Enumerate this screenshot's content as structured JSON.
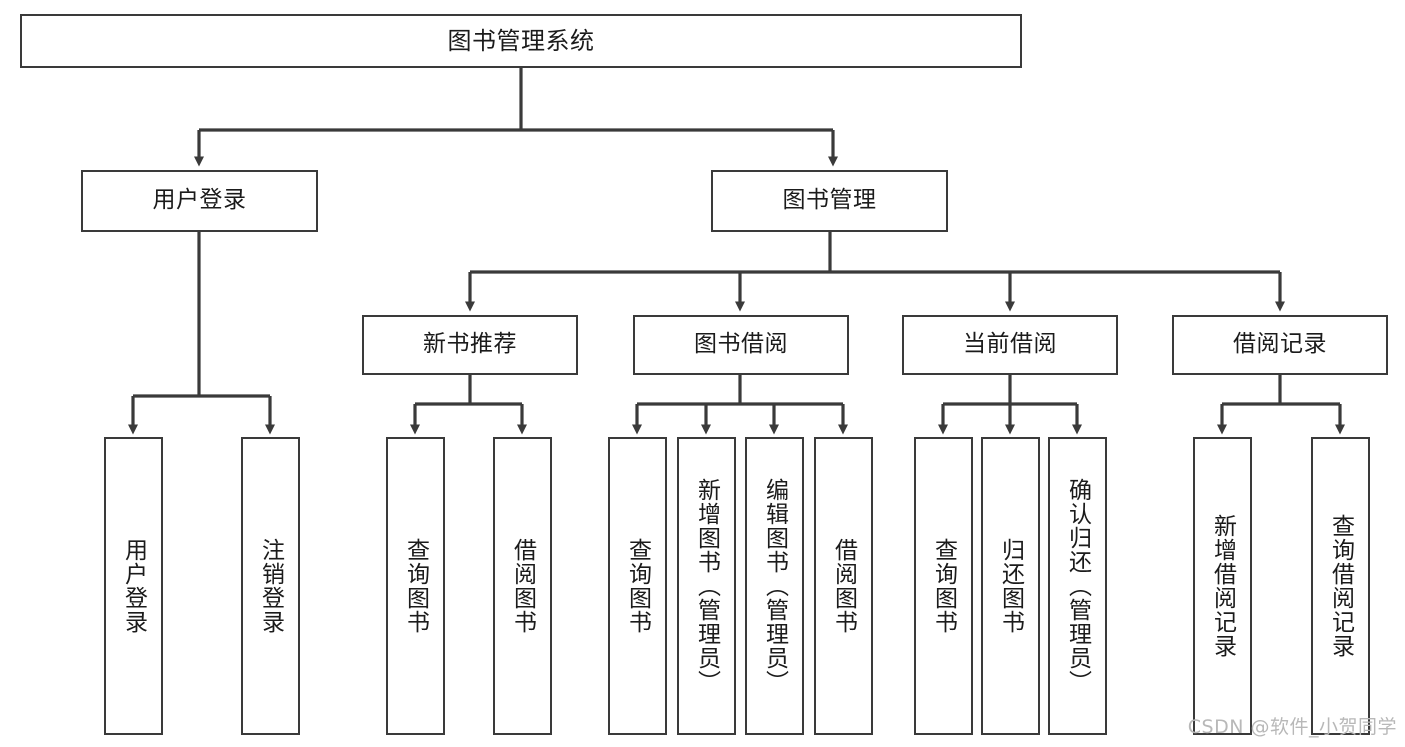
{
  "diagram": {
    "title": "图书管理系统",
    "watermark": "CSDN @软件_小贺同学",
    "colors": {
      "stroke": "#3a3a3a",
      "fill": "#ffffff",
      "text": "#1b1b1b",
      "watermark": "#b8b8b8"
    },
    "levels": {
      "root": {
        "label": "图书管理系统"
      },
      "level2": [
        {
          "label": "用户登录"
        },
        {
          "label": "图书管理"
        }
      ],
      "level3": [
        {
          "label": "新书推荐"
        },
        {
          "label": "图书借阅"
        },
        {
          "label": "当前借阅"
        },
        {
          "label": "借阅记录"
        }
      ],
      "leaves": {
        "user_login": [
          {
            "label": "用户登录"
          },
          {
            "label": "注销登录"
          }
        ],
        "new_book_recommend": [
          {
            "label": "查询图书"
          },
          {
            "label": "借阅图书"
          }
        ],
        "book_borrow": [
          {
            "label": "查询图书"
          },
          {
            "label": "新增图书（管理员）"
          },
          {
            "label": "编辑图书（管理员）"
          },
          {
            "label": "借阅图书"
          }
        ],
        "current_borrow": [
          {
            "label": "查询图书"
          },
          {
            "label": "归还图书"
          },
          {
            "label": "确认归还（管理员）"
          }
        ],
        "borrow_record": [
          {
            "label": "新增借阅记录"
          },
          {
            "label": "查询借阅记录"
          }
        ]
      }
    }
  }
}
